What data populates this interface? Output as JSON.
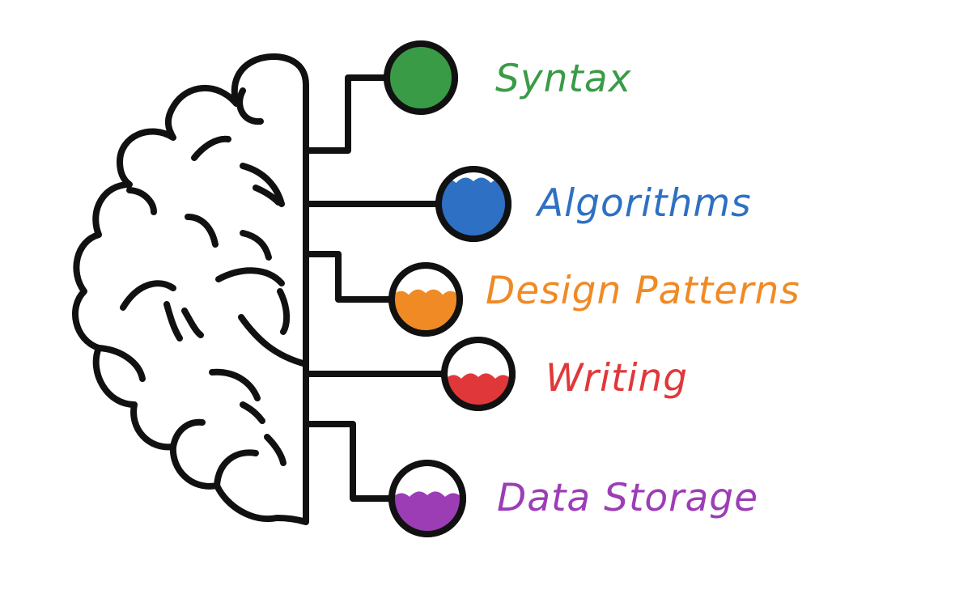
{
  "nodes": [
    {
      "id": "syntax",
      "label": "Syntax",
      "color": "#3a9b47",
      "level": 1.0
    },
    {
      "id": "algorithms",
      "label": "Algorithms",
      "color": "#2e70c3",
      "level": 0.85
    },
    {
      "id": "design_patterns",
      "label": "Design Patterns",
      "color": "#f08a24",
      "level": 0.6
    },
    {
      "id": "writing",
      "label": "Writing",
      "color": "#e0383a",
      "level": 0.45
    },
    {
      "id": "data_storage",
      "label": "Data Storage",
      "color": "#9c3db6",
      "level": 0.55
    }
  ]
}
